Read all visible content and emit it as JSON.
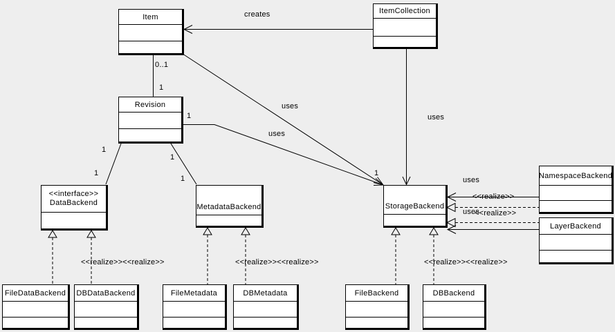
{
  "diagram_type": "uml-class-diagram",
  "colors": {
    "background": "#eeeeee",
    "box_fill": "#ffffff",
    "line": "#000000"
  },
  "classes": {
    "item": {
      "name": "Item"
    },
    "item_collection": {
      "name": "ItemCollection"
    },
    "revision": {
      "name": "Revision"
    },
    "data_backend": {
      "stereotype": "<<interface>>",
      "name": "DataBackend"
    },
    "metadata_backend": {
      "name": "MetadataBackend"
    },
    "storage_backend": {
      "name": "StorageBackend"
    },
    "namespace_backend": {
      "name": "NamespaceBackend"
    },
    "layer_backend": {
      "name": "LayerBackend"
    },
    "file_data_backend": {
      "name": "FileDataBackend"
    },
    "db_data_backend": {
      "name": "DBDataBackend"
    },
    "file_metadata": {
      "name": "FileMetadata"
    },
    "db_metadata": {
      "name": "DBMetadata"
    },
    "file_backend": {
      "name": "FileBackend"
    },
    "db_backend": {
      "name": "DBBackend"
    }
  },
  "relation_labels": {
    "creates": "creates",
    "uses": "uses",
    "realize": "<<realize>>",
    "realize_pair": "<<realize>><<realize>>"
  },
  "multiplicities": {
    "one": "1",
    "zero_or_one": "0..1"
  }
}
